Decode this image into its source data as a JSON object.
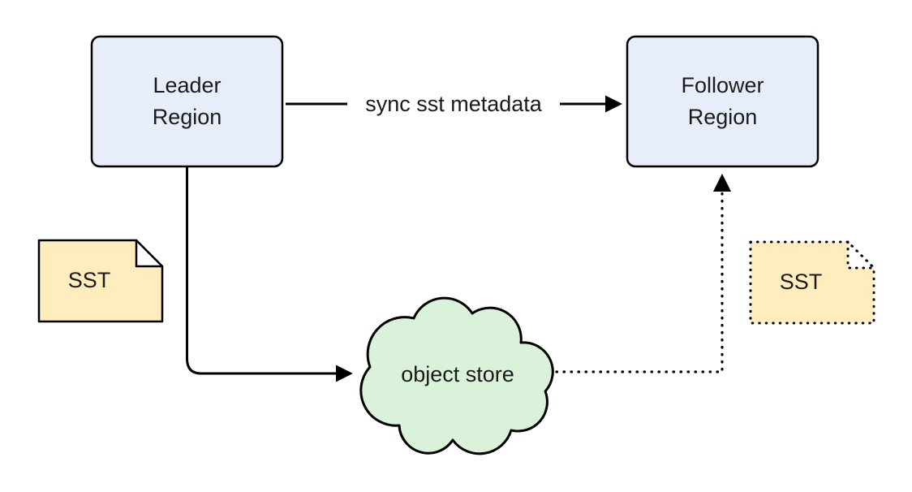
{
  "diagram": {
    "background": "#ffffff",
    "nodes": {
      "leader_region": {
        "label": "Leader\nRegion",
        "shape": "rounded-rect"
      },
      "follower_region": {
        "label": "Follower\nRegion",
        "shape": "rounded-rect"
      },
      "sst_left": {
        "label": "SST",
        "shape": "note",
        "border": "solid"
      },
      "sst_right": {
        "label": "SST",
        "shape": "note",
        "border": "dotted"
      },
      "object_store": {
        "label": "object store",
        "shape": "cloud"
      }
    },
    "edges": {
      "leader_to_follower": {
        "label": "sync sst metadata",
        "style": "solid",
        "from": "leader_region",
        "to": "follower_region"
      },
      "leader_to_object_store": {
        "style": "solid",
        "from": "leader_region",
        "to": "object_store"
      },
      "object_store_to_follower": {
        "style": "dotted",
        "from": "object_store",
        "to": "follower_region"
      }
    },
    "colors": {
      "region_fill": "#e8eef9",
      "sst_fill": "#ffedbe",
      "sst_flap_fill": "#ffffff",
      "cloud_fill": "#d9f2d9",
      "stroke": "#000000",
      "text": "#1a1a1a"
    }
  }
}
